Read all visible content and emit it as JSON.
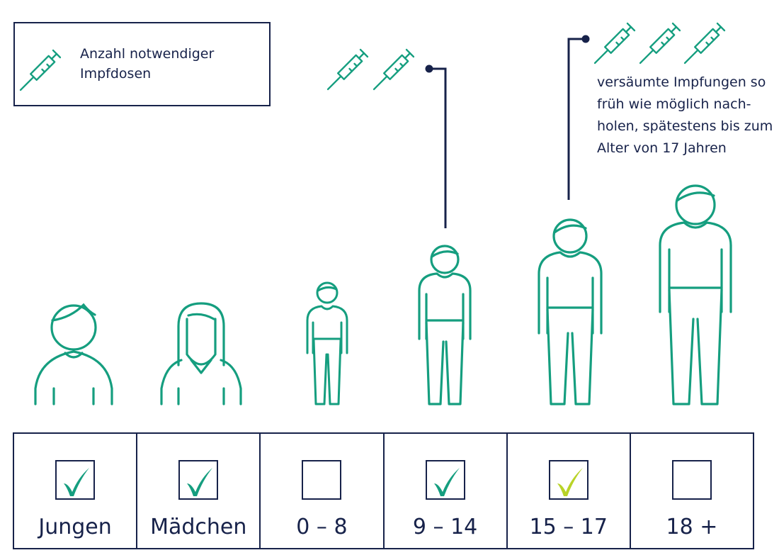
{
  "legend": {
    "text": "Anzahl notwendiger Impfdosen",
    "icon": "syringe-icon"
  },
  "note": {
    "text": "versäumte Impfungen so früh wie möglich nach-holen, spätestens bis zum Alter von 17 Jahren"
  },
  "colors": {
    "green": "#159e7f",
    "lime": "#b9d328",
    "navy": "#17224a"
  },
  "doses": [
    {
      "group": "9 – 14",
      "count": 2
    },
    {
      "group": "15 – 17",
      "count": 3
    }
  ],
  "columns": [
    {
      "label": "Jungen",
      "checked": true,
      "check_color": "green"
    },
    {
      "label": "Mädchen",
      "checked": true,
      "check_color": "green"
    },
    {
      "label": "0 – 8",
      "checked": false,
      "check_color": ""
    },
    {
      "label": "9 – 14",
      "checked": true,
      "check_color": "green"
    },
    {
      "label": "15 – 17",
      "checked": true,
      "check_color": "lime"
    },
    {
      "label": "18 +",
      "checked": false,
      "check_color": ""
    }
  ]
}
